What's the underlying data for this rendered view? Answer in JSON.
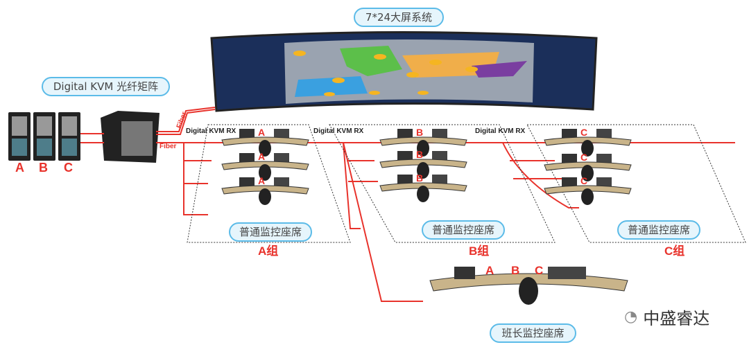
{
  "video_wall": {
    "label": "7*24大屏系统"
  },
  "matrix": {
    "label": "Digital KVM 光纤矩阵"
  },
  "servers": [
    "A",
    "B",
    "C"
  ],
  "fiber_labels": [
    "Fiber",
    "Fiber"
  ],
  "receivers": [
    "Digital KVM RX",
    "Digital KVM RX",
    "Digital KVM RX"
  ],
  "groups": [
    {
      "name": "A组",
      "seat_label": "普通监控座席",
      "desk_marker": "A"
    },
    {
      "name": "B组",
      "seat_label": "普通监控座席",
      "desk_marker": "B"
    },
    {
      "name": "C组",
      "seat_label": "普通监控座席",
      "desk_marker": "C"
    }
  ],
  "supervisor": {
    "label": "班长监控座席",
    "markers": [
      "A",
      "B",
      "C"
    ]
  },
  "watermark": {
    "text": "中盛睿达"
  },
  "colors": {
    "link": "#e8322b",
    "pill_border": "#5bbbe8",
    "pill_fill": "#e6f5fc"
  }
}
